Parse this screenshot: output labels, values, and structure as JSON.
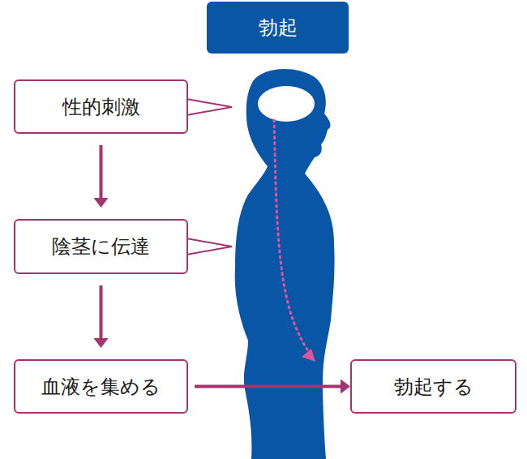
{
  "diagram": {
    "title": "勃起",
    "nodes": [
      {
        "text": [
          "性的刺激"
        ]
      },
      {
        "text": [
          "陰茎に伝達"
        ]
      },
      {
        "text": [
          "血液を集める"
        ]
      },
      {
        "text": [
          "勃起する"
        ]
      }
    ],
    "edges": [
      {
        "from": 0,
        "to": 1,
        "arrow": "to"
      },
      {
        "from": 1,
        "to": 2,
        "arrow": "to"
      },
      {
        "from": 2,
        "to": 3,
        "arrow": "to"
      }
    ]
  }
}
